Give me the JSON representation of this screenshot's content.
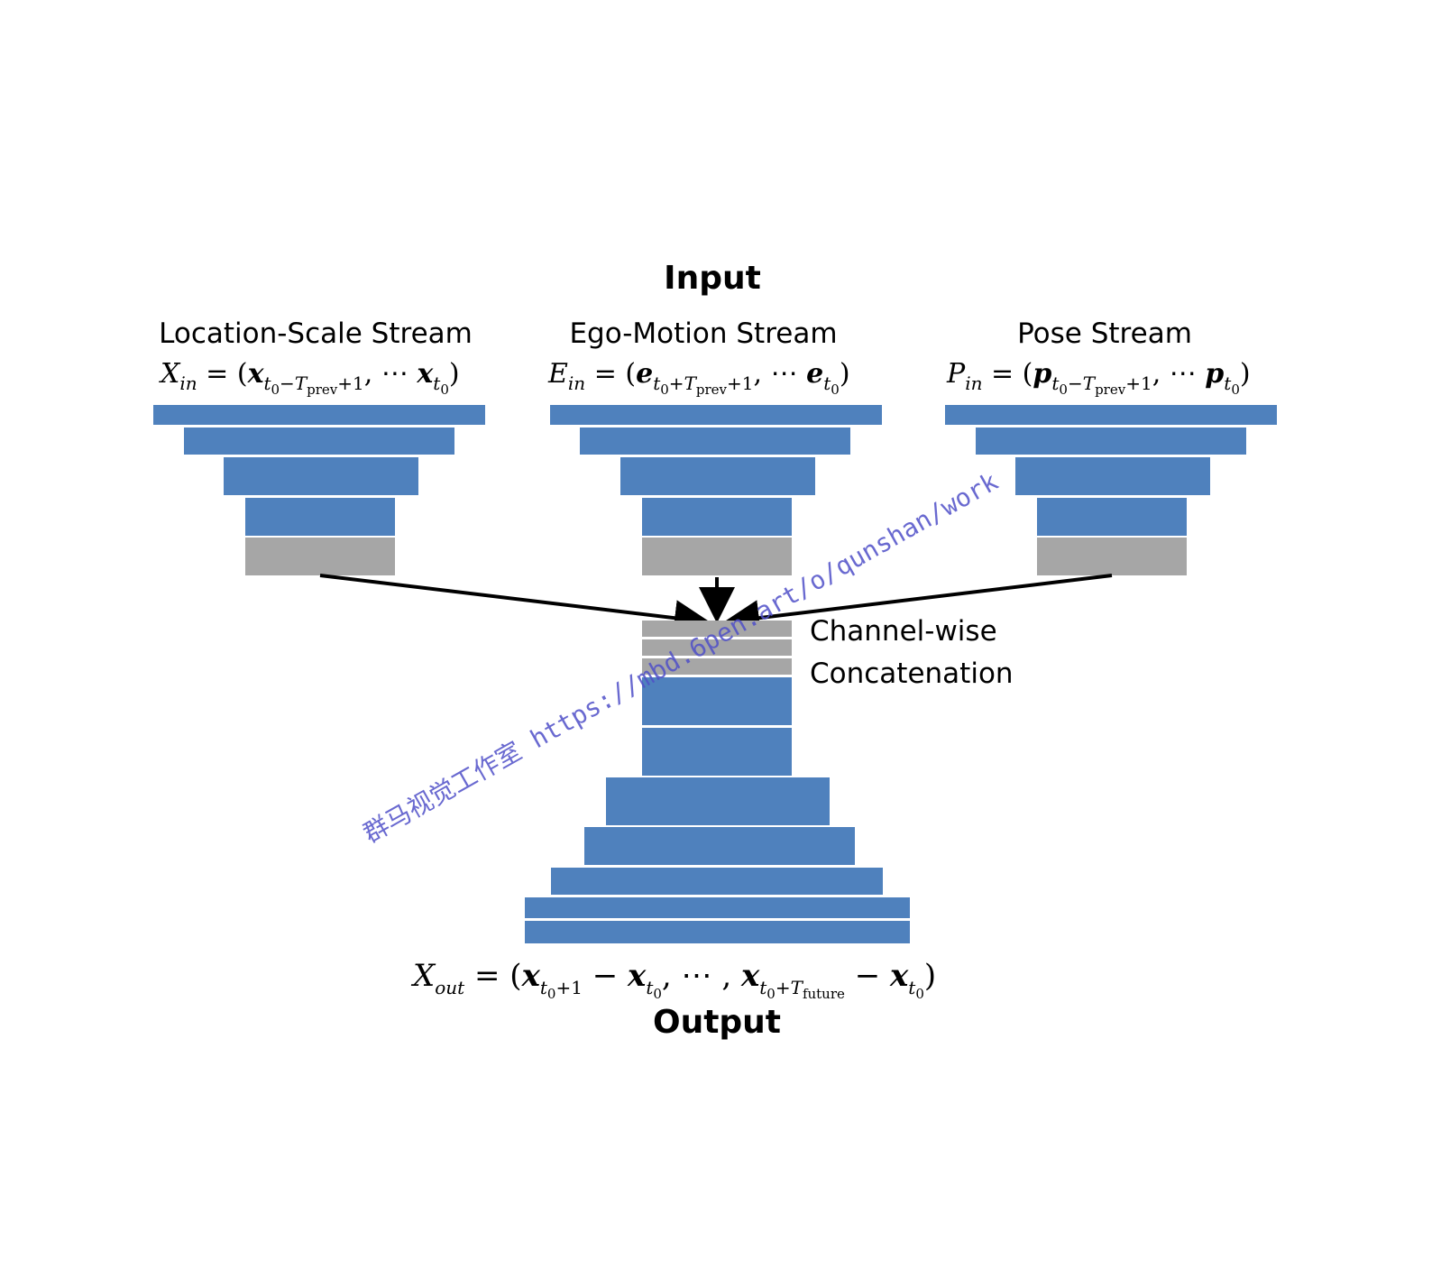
{
  "input_heading": "Input",
  "output_heading": "Output",
  "streams": [
    {
      "title": "Location-Scale Stream",
      "formula_lhs": "X",
      "formula_lhs_sub": "in",
      "vector_symbol": "x"
    },
    {
      "title": "Ego-Motion Stream",
      "formula_lhs": "E",
      "formula_lhs_sub": "in",
      "vector_symbol": "e"
    },
    {
      "title": "Pose Stream",
      "formula_lhs": "P",
      "formula_lhs_sub": "in",
      "vector_symbol": "p"
    }
  ],
  "concat_label_line1": "Channel-wise",
  "concat_label_line2": "Concatenation",
  "output_formula": {
    "lhs": "X",
    "lhs_sub": "out"
  },
  "watermark": "群马视觉工作室 https://mbd.6pen.art/o/qunshan/work",
  "colors": {
    "layer_blue": "#4f81bd",
    "layer_gray": "#a6a6a6",
    "arrow": "#000000",
    "watermark": "#5050c8"
  }
}
